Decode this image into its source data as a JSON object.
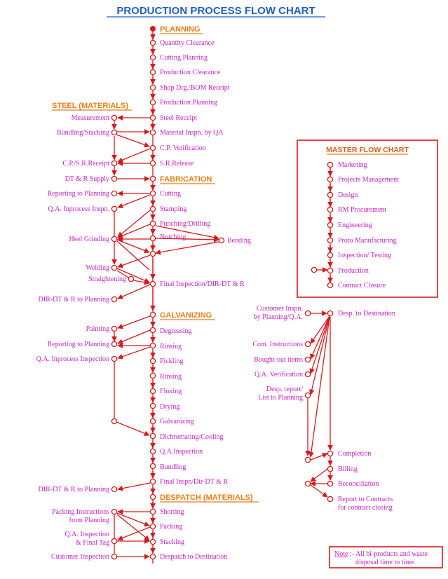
{
  "title": "PRODUCTION PROCESS FLOW CHART",
  "sections": {
    "planning": "PLANNING",
    "steel": "STEEL (MATERIALS)",
    "fabrication": "FABRICATION",
    "galvanizing": "GALVANIZING",
    "despatch": "DESPATCH (MATERIALS)"
  },
  "main_steps": [
    "Quantity Clearance",
    "Cutting Planning",
    "Production Clearance",
    "Shop Drg./BOM Receipt",
    "Production Planning",
    "Steel Receipt",
    "Material Inspn. by QA",
    "C.P. Verification",
    "S.R.Release",
    "Cutting",
    "Stamping",
    "Punching/Drilling",
    "Notching",
    "Final Inspection/DIR-DT & R",
    "Degreasing",
    "Rinsing",
    "Pickling",
    "Rinsing",
    "Fluxing",
    "Drying",
    "Galvanizing",
    "Dichromating/Cooling",
    "Q.A.Inspection",
    "Bundling",
    "Final Inspn/Dir-DT & R",
    "Shorting",
    "Packing",
    "Stacking",
    "Despatch to Destination"
  ],
  "left_steps": [
    "Measurement",
    "Bundling/Stacking",
    "C.P./S.R.Receipt",
    "DT & R Supply",
    "Reporting to Planning",
    "Q.A. Inprocess Inspn.",
    "Heel Grinding",
    "Welding",
    "Straightening",
    "DIR-DT & R to Planning",
    "Painting",
    "Reporting to Planning",
    "Q.A. Inprocess Inspection",
    "DIR-DT & R to Planning",
    "Packing Instructions",
    "from Planning",
    "Q.A. Inspection",
    "& Final Tag",
    "Customer Inspection"
  ],
  "bending": "Bending",
  "master": {
    "title": "MASTER FLOW CHART",
    "steps": [
      "Marketing",
      "Projects Management",
      "Design",
      "RM Procurement",
      "Engineering",
      "Proto Manufacturing",
      "Inspection/ Testing",
      "Production",
      "Contract Closure"
    ]
  },
  "despatch_flow": {
    "center": "Desp. to Destination",
    "left": [
      "Customer Inspn.",
      "by Planning/Q.A.",
      "Com. Instructions",
      "Bought-out items",
      "Q.A. Verification",
      "Desp. report/",
      "List to Planning"
    ],
    "bottom": [
      "Completion",
      "Billing",
      "Reconciliation",
      "Report to Contracts",
      "for contract closing"
    ]
  },
  "note": {
    "label": "Note",
    "text1": " :- All bi-products and waste",
    "text2": "disposal time to time."
  },
  "colors": {
    "line": "#d7191c",
    "label": "#c81ec8",
    "section": "#e87e16",
    "title": "#1f5ec7"
  }
}
